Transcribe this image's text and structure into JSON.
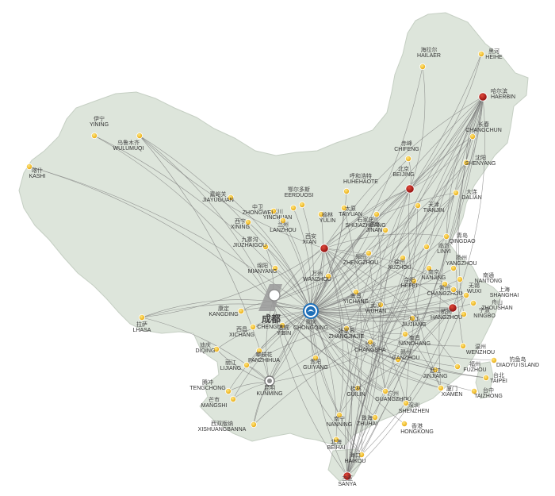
{
  "colors": {
    "land": "#dde5db",
    "land_stroke": "#c5cfc3",
    "route": "#7a7a7a",
    "city_dot": "#f5c425",
    "hub_dot": "#b01818",
    "main_hub": "#1e6fb8"
  },
  "main_hub": {
    "id": "chongqing",
    "zh": "重庆",
    "en": "CHONGQING",
    "icon": "airline-logo-icon"
  },
  "secondary_labels": [
    {
      "id": "chengdu",
      "zh": "成都",
      "en": "CHENGDU",
      "icon": "airline-logo-icon"
    },
    {
      "id": "kunming",
      "zh": "昆明",
      "en": "KUNMING",
      "icon": "airline-logo-icon"
    }
  ],
  "hubs": [
    {
      "id": "harbin",
      "zh": "哈尔滨",
      "en": "HAERBIN"
    },
    {
      "id": "beijing",
      "zh": "北京",
      "en": "BEIJING"
    },
    {
      "id": "xian",
      "zh": "西安",
      "en": "XI'AN"
    },
    {
      "id": "hangzhou",
      "zh": "杭州",
      "en": "HANGZHOU"
    },
    {
      "id": "sanya",
      "zh": "三亚",
      "en": "SANYA"
    }
  ],
  "cities": [
    {
      "id": "hailaer",
      "zh": "海拉尔",
      "en": "HAILAER"
    },
    {
      "id": "heihe",
      "zh": "黑河",
      "en": "HEIHE"
    },
    {
      "id": "yining",
      "zh": "伊宁",
      "en": "YINING"
    },
    {
      "id": "wulumuqi",
      "zh": "乌鲁木齐",
      "en": "WULUMUQI"
    },
    {
      "id": "kashi",
      "zh": "喀什",
      "en": "KASHI"
    },
    {
      "id": "changchun",
      "zh": "长春",
      "en": "CHANGCHUN"
    },
    {
      "id": "chifeng",
      "zh": "赤峰",
      "en": "CHIFENG"
    },
    {
      "id": "shenyang",
      "zh": "沈阳",
      "en": "SHENYANG"
    },
    {
      "id": "eerduosi",
      "zh": "鄂尔多斯",
      "en": "EERDUOSI"
    },
    {
      "id": "huhehaote",
      "zh": "呼和浩特",
      "en": "HUHEHAOTE"
    },
    {
      "id": "jiayuguan",
      "zh": "嘉峪关",
      "en": "JIAYUGUAN"
    },
    {
      "id": "yinchuan",
      "zh": "银川",
      "en": "YINCHUAN"
    },
    {
      "id": "zhongwei",
      "zh": "中卫",
      "en": "ZHONGWEI"
    },
    {
      "id": "tianjin",
      "zh": "天津",
      "en": "TIANJIN"
    },
    {
      "id": "dalian",
      "zh": "大连",
      "en": "DALIAN"
    },
    {
      "id": "xining",
      "zh": "西宁",
      "en": "XINING"
    },
    {
      "id": "lanzhou",
      "zh": "兰州",
      "en": "LANZHOU"
    },
    {
      "id": "yulin",
      "zh": "榆林",
      "en": "YULIN"
    },
    {
      "id": "taiyuan",
      "zh": "太原",
      "en": "TAIYUAN"
    },
    {
      "id": "shijiazhuang",
      "zh": "石家庄",
      "en": "SHIJIAZHUANG"
    },
    {
      "id": "jinan",
      "zh": "济南",
      "en": "JINAN"
    },
    {
      "id": "qingdao",
      "zh": "青岛",
      "en": "QINGDAO"
    },
    {
      "id": "linyi",
      "zh": "临沂",
      "en": "LINYI"
    },
    {
      "id": "jiuzhaigou",
      "zh": "九寨沟",
      "en": "JIUZHAIGOU"
    },
    {
      "id": "zhengzhou",
      "zh": "郑州",
      "en": "ZHENGZHOU"
    },
    {
      "id": "xuzhou",
      "zh": "徐州",
      "en": "XUZHOU"
    },
    {
      "id": "nanjing",
      "zh": "南京",
      "en": "NANJING"
    },
    {
      "id": "yangzhou",
      "zh": "扬州",
      "en": "YANGZHOU"
    },
    {
      "id": "nantong",
      "zh": "南通",
      "en": "NANTONG"
    },
    {
      "id": "mianyang",
      "zh": "绵阳",
      "en": "MIANYANG"
    },
    {
      "id": "wanzhou",
      "zh": "万州",
      "en": "WANZHOU"
    },
    {
      "id": "hefei",
      "zh": "合肥",
      "en": "HEFEI"
    },
    {
      "id": "changzhou",
      "zh": "常州",
      "en": "CHANGZHOU"
    },
    {
      "id": "wuxi",
      "zh": "无锡",
      "en": "WUXI"
    },
    {
      "id": "shanghai",
      "zh": "上海",
      "en": "SHANGHAI"
    },
    {
      "id": "zhoushan",
      "zh": "舟山",
      "en": "ZHOUSHAN"
    },
    {
      "id": "ningbo",
      "zh": "宁波",
      "en": "NINGBO"
    },
    {
      "id": "kangding",
      "zh": "康定",
      "en": "KANGDING"
    },
    {
      "id": "yichang",
      "zh": "宜昌",
      "en": "YICHANG"
    },
    {
      "id": "wuhan",
      "zh": "武汉",
      "en": "WUHAN"
    },
    {
      "id": "jiujiang",
      "zh": "九江",
      "en": "JIUJIANG"
    },
    {
      "id": "lhasa",
      "zh": "拉萨",
      "en": "LHASA"
    },
    {
      "id": "xichang",
      "zh": "西昌",
      "en": "XICHANG"
    },
    {
      "id": "yibin",
      "zh": "宜宾",
      "en": "YIBIN"
    },
    {
      "id": "zhangjiajie",
      "zh": "张家界",
      "en": "ZHANGJIAJIE"
    },
    {
      "id": "changsha",
      "zh": "长沙",
      "en": "CHANGSHA"
    },
    {
      "id": "nanchang",
      "zh": "南昌",
      "en": "NANCHANG"
    },
    {
      "id": "wenzhou",
      "zh": "温州",
      "en": "WENZHOU"
    },
    {
      "id": "diqing",
      "zh": "迪庆",
      "en": "DIQING"
    },
    {
      "id": "panzhihua",
      "zh": "攀枝花",
      "en": "PANZHIHUA"
    },
    {
      "id": "lijiang",
      "zh": "丽江",
      "en": "LIJIANG"
    },
    {
      "id": "guiyang",
      "zh": "贵阳",
      "en": "GUIYANG"
    },
    {
      "id": "ganzhou",
      "zh": "赣州",
      "en": "GANZHOU"
    },
    {
      "id": "fuzhou",
      "zh": "福州",
      "en": "FUZHOU"
    },
    {
      "id": "diaoyu",
      "zh": "钓鱼岛",
      "en": "DIAOYU ISLAND"
    },
    {
      "id": "jinjiang",
      "zh": "晋江",
      "en": "JINJIANG"
    },
    {
      "id": "taipei",
      "zh": "台北",
      "en": "TAIPEI"
    },
    {
      "id": "tengchong",
      "zh": "腾冲",
      "en": "TENGCHONG"
    },
    {
      "id": "mangshi",
      "zh": "芒市",
      "en": "MANGSHI"
    },
    {
      "id": "guilin",
      "zh": "桂林",
      "en": "GUILIN"
    },
    {
      "id": "guangzhou",
      "zh": "广州",
      "en": "GUANGZHOU"
    },
    {
      "id": "xiamen",
      "zh": "厦门",
      "en": "XIAMEN"
    },
    {
      "id": "taizhong",
      "zh": "台中",
      "en": "TAIZHONG"
    },
    {
      "id": "shenzhen",
      "zh": "深圳",
      "en": "SHENZHEN"
    },
    {
      "id": "xishuangbanna",
      "zh": "西双版纳",
      "en": "XISHUANGBANNA"
    },
    {
      "id": "nanning",
      "zh": "南宁",
      "en": "NANNING"
    },
    {
      "id": "zhuhai",
      "zh": "珠海",
      "en": "ZHUHAI"
    },
    {
      "id": "hongkong",
      "zh": "香港",
      "en": "HONGKONG"
    },
    {
      "id": "beihai",
      "zh": "北海",
      "en": "BEIHAI"
    },
    {
      "id": "haikou",
      "zh": "海口",
      "en": "HAIKOU"
    }
  ]
}
